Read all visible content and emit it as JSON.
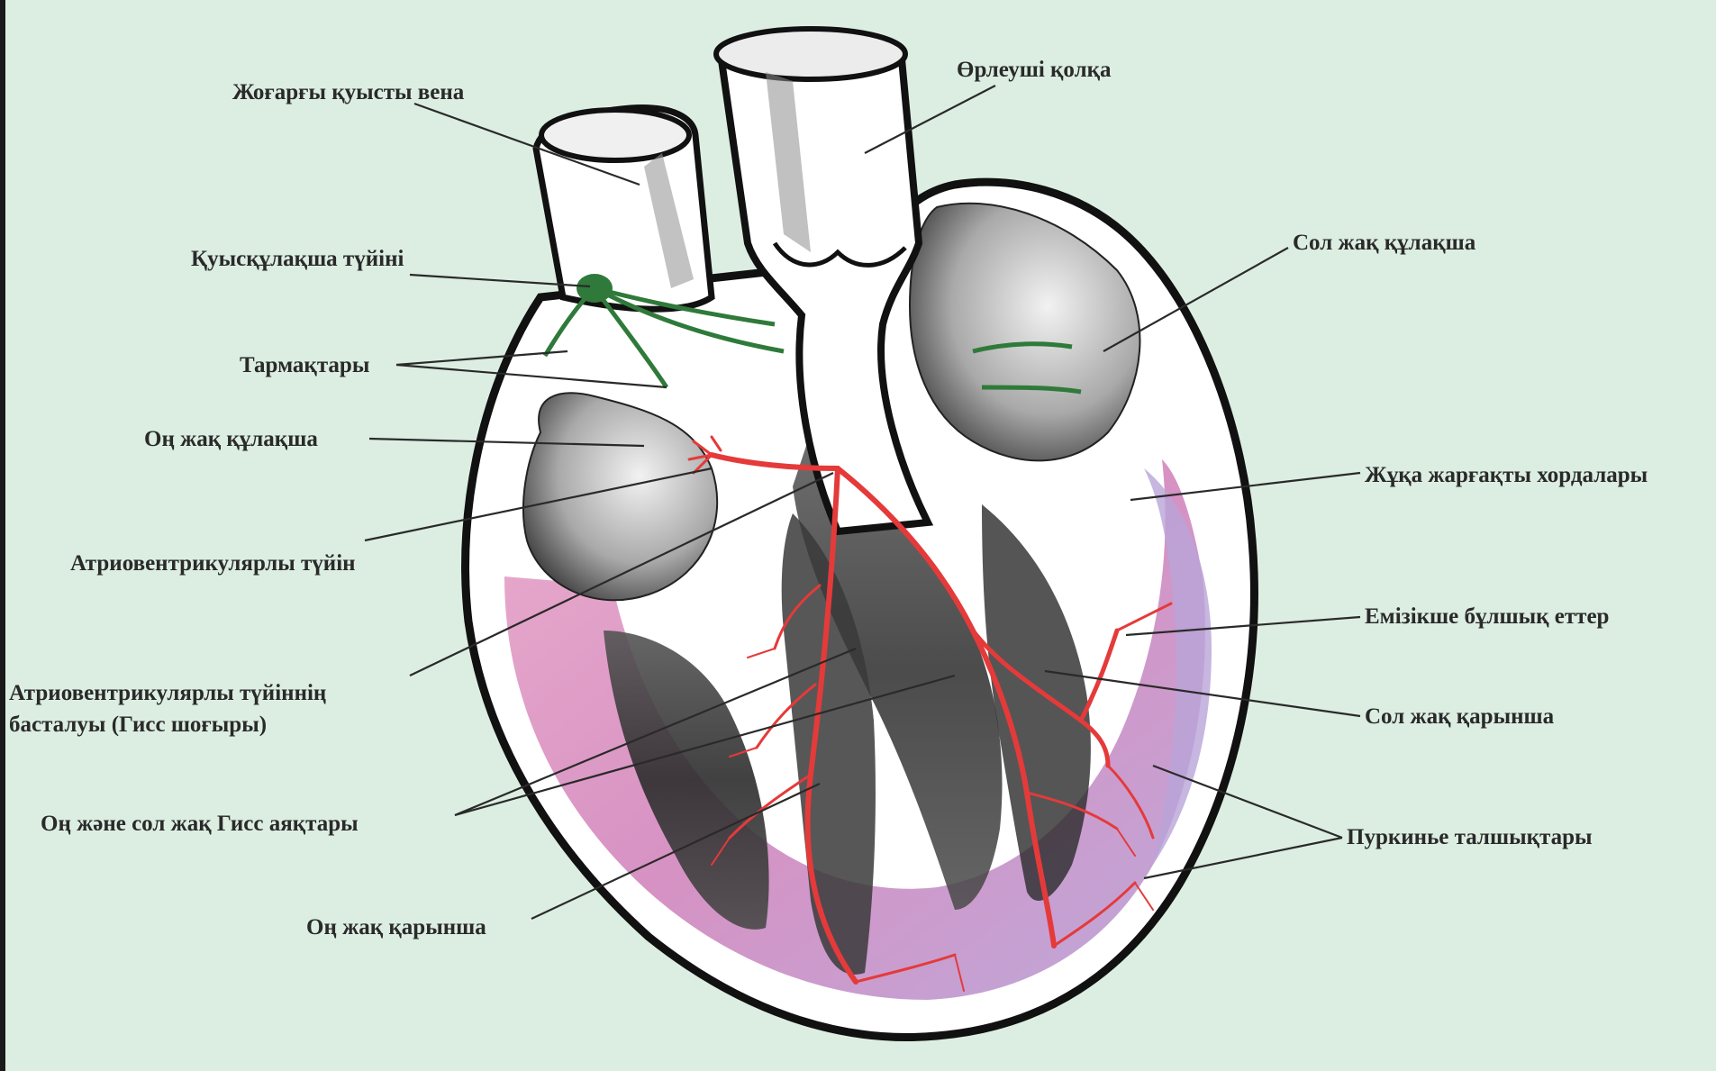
{
  "colors": {
    "background": "#dceee2",
    "outline": "#111111",
    "myocardium": "#ffffff",
    "chamber_shadow": "#3a3a3a",
    "chamber_mid": "#8a8a8a",
    "conduction_green": "#2f7a3a",
    "conduction_red": "#e53a3a",
    "ventricle_wall": "#d98fb8",
    "ventricle_wall_light": "#c9b2dc"
  },
  "labels": {
    "superior_vena_cava": "Жоғарғы қуысты вена",
    "ascending_aorta": "Өрлеуші қолқа",
    "sinoatrial_node": "Қуысқұлақша түйіні",
    "branches": "Тармақтары",
    "left_atrium": "Сол жақ құлақша",
    "right_atrium": "Оң жақ құлақша",
    "chordae_tendineae": "Жұқа жарғақты хордалары",
    "atrioventricular_node": "Атриовентрикулярлы түйін",
    "papillary_muscles": "Емізікше бұлшық еттер",
    "his_bundle_line1": "Атриовентрикулярлы түйіннің",
    "his_bundle_line2": "басталуы (Гисс шоғыры)",
    "left_ventricle": "Сол жақ қарынша",
    "bundle_branches": "Оң және сол жақ Гисс аяқтары",
    "purkinje_fibers": "Пуркинье талшықтары",
    "right_ventricle": "Оң жақ қарынша"
  }
}
